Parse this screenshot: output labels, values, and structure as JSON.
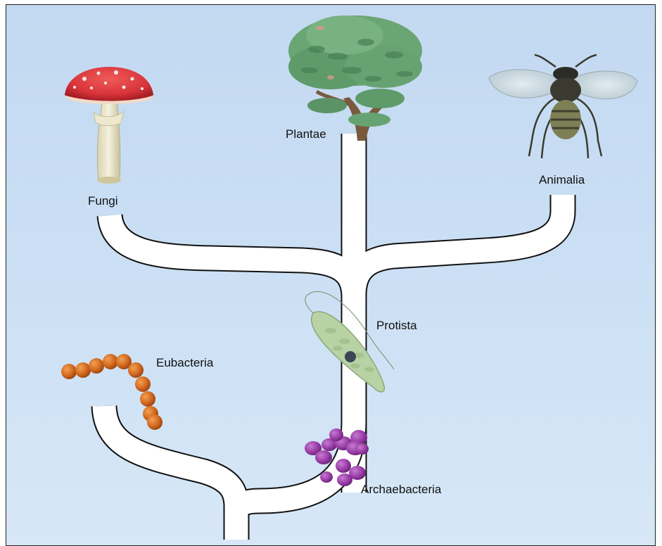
{
  "diagram": {
    "labels": {
      "fungi": "Fungi",
      "plantae": "Plantae",
      "animalia": "Animalia",
      "protista": "Protista",
      "eubacteria": "Eubacteria",
      "archaebacteria": "Archaebacteria"
    },
    "colors": {
      "background": "#c8ddf3",
      "branch_fill": "#ffffff",
      "branch_stroke": "#111111",
      "mushroom_cap": "#d8343a",
      "tree_foliage": "#5e9a6a",
      "bee_body": "#7d7f54",
      "protist": "#b9d2a4",
      "eubacteria": "#d2691e",
      "archaebacteria": "#9b3fa8"
    },
    "illustrations": [
      "mushroom-illustration",
      "tree-illustration",
      "bee-illustration",
      "euglena-illustration",
      "eubacteria-chain-illustration",
      "archaebacteria-cluster-illustration"
    ]
  }
}
